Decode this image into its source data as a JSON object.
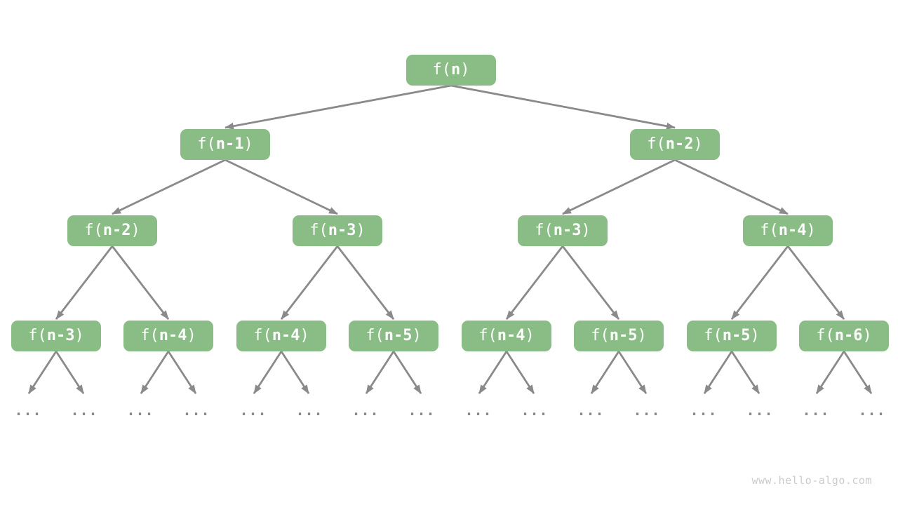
{
  "colors": {
    "background": "#ffffff",
    "node_fill": "#8abd85",
    "node_text": "#ffffff",
    "edge": "#8a8a8a",
    "dots": "#8a8a8a",
    "watermark": "#cbcbcb"
  },
  "diagram": {
    "type": "recursion-tree",
    "levels": 4,
    "leaf_continuation": "..."
  },
  "nodes": [
    {
      "label": "f(n)",
      "prefix": "f(",
      "arg": "n",
      "suffix": ")"
    },
    {
      "label": "f(n-1)",
      "prefix": "f(",
      "arg": "n-1",
      "suffix": ")"
    },
    {
      "label": "f(n-2)",
      "prefix": "f(",
      "arg": "n-2",
      "suffix": ")"
    },
    {
      "label": "f(n-2)",
      "prefix": "f(",
      "arg": "n-2",
      "suffix": ")"
    },
    {
      "label": "f(n-3)",
      "prefix": "f(",
      "arg": "n-3",
      "suffix": ")"
    },
    {
      "label": "f(n-3)",
      "prefix": "f(",
      "arg": "n-3",
      "suffix": ")"
    },
    {
      "label": "f(n-4)",
      "prefix": "f(",
      "arg": "n-4",
      "suffix": ")"
    },
    {
      "label": "f(n-3)",
      "prefix": "f(",
      "arg": "n-3",
      "suffix": ")"
    },
    {
      "label": "f(n-4)",
      "prefix": "f(",
      "arg": "n-4",
      "suffix": ")"
    },
    {
      "label": "f(n-4)",
      "prefix": "f(",
      "arg": "n-4",
      "suffix": ")"
    },
    {
      "label": "f(n-5)",
      "prefix": "f(",
      "arg": "n-5",
      "suffix": ")"
    },
    {
      "label": "f(n-4)",
      "prefix": "f(",
      "arg": "n-4",
      "suffix": ")"
    },
    {
      "label": "f(n-5)",
      "prefix": "f(",
      "arg": "n-5",
      "suffix": ")"
    },
    {
      "label": "f(n-5)",
      "prefix": "f(",
      "arg": "n-5",
      "suffix": ")"
    },
    {
      "label": "f(n-6)",
      "prefix": "f(",
      "arg": "n-6",
      "suffix": ")"
    }
  ],
  "ellipsis": {
    "text": "..."
  },
  "watermark": {
    "text": "www.hello-algo.com"
  }
}
